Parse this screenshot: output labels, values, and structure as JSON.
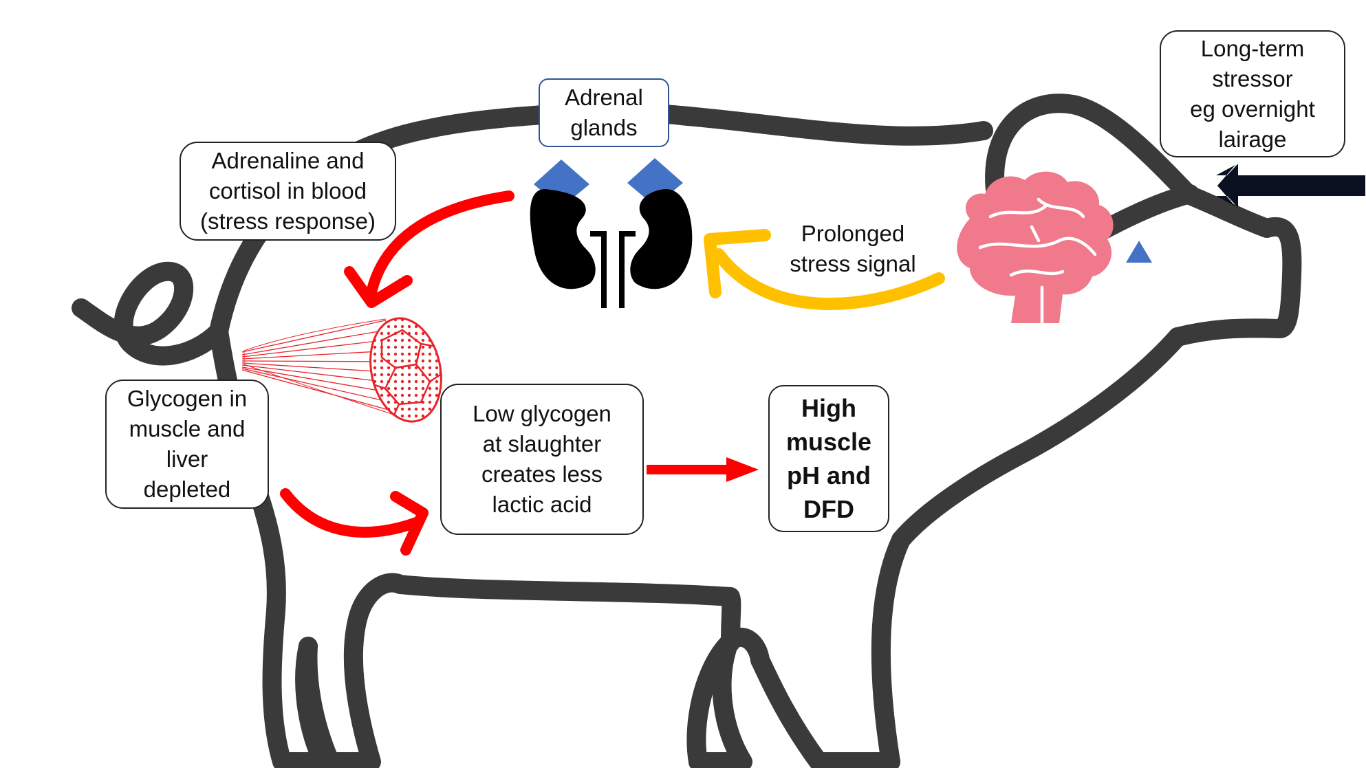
{
  "colors": {
    "outline": "#3a3a3a",
    "arrow_red": "#ff0000",
    "arrow_yellow": "#ffc000",
    "arrow_navy": "#0b1020",
    "adrenal_blue": "#4472c4",
    "brain_pink": "#f07a8c",
    "muscle_red": "#e8232a",
    "kidney": "#000000"
  },
  "icons": {
    "pig": "pig-outline-icon",
    "kidneys": "kidneys-icon",
    "adrenal": "adrenal-gland-diamond-icon",
    "brain": "brain-icon",
    "muscle": "muscle-fibre-icon",
    "eye": "eye-triangle-icon"
  },
  "nodes": {
    "stressor": "Long-term\nstressor\neg overnight\nlairage",
    "adrenal": "Adrenal\nglands",
    "hormones": "Adrenaline and\ncortisol in blood\n(stress response)",
    "signal": "Prolonged\nstress signal",
    "glycogen": "Glycogen in\nmuscle and\nliver\ndepleted",
    "low_glycogen": "Low glycogen\nat slaughter\ncreates less\nlactic acid",
    "outcome": "High\nmuscle\npH and\nDFD"
  }
}
